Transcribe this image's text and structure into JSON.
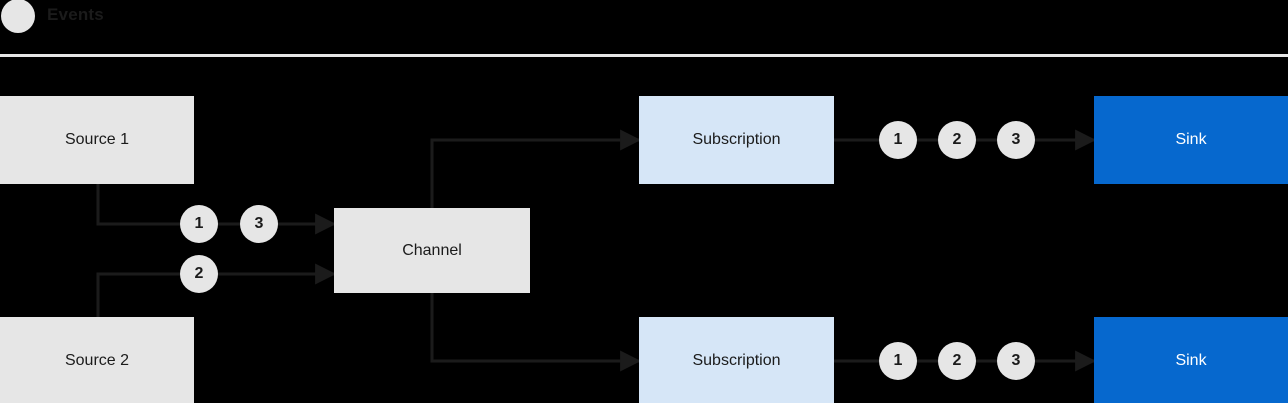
{
  "legend": {
    "marker_icon": "event-dot-icon",
    "label": "Events",
    "marker_color": "#E6E6E6"
  },
  "colors": {
    "background": "#000000",
    "source_box": "#E6E6E6",
    "channel_box": "#E6E6E6",
    "subscription_box": "#D6E6F7",
    "sink_box": "#0668CE",
    "sink_text": "#FFFFFF",
    "token_fill": "#E6E6E6",
    "text": "#1B1B1B",
    "connector": "#1B1B1B",
    "divider": "#E6E6E6"
  },
  "diagram": {
    "type": "flow",
    "nodes": [
      {
        "id": "source1",
        "label": "Source 1",
        "kind": "source"
      },
      {
        "id": "source2",
        "label": "Source 2",
        "kind": "source"
      },
      {
        "id": "channel",
        "label": "Channel",
        "kind": "channel"
      },
      {
        "id": "subscription1",
        "label": "Subscription",
        "kind": "subscription"
      },
      {
        "id": "subscription2",
        "label": "Subscription",
        "kind": "subscription"
      },
      {
        "id": "sink1",
        "label": "Sink",
        "kind": "sink"
      },
      {
        "id": "sink2",
        "label": "Sink",
        "kind": "sink"
      }
    ],
    "event_tokens": {
      "source1_to_channel": [
        "1",
        "3"
      ],
      "source2_to_channel": [
        "2"
      ],
      "subscription1_to_sink1": [
        "1",
        "2",
        "3"
      ],
      "subscription2_to_sink2": [
        "1",
        "2",
        "3"
      ]
    }
  }
}
